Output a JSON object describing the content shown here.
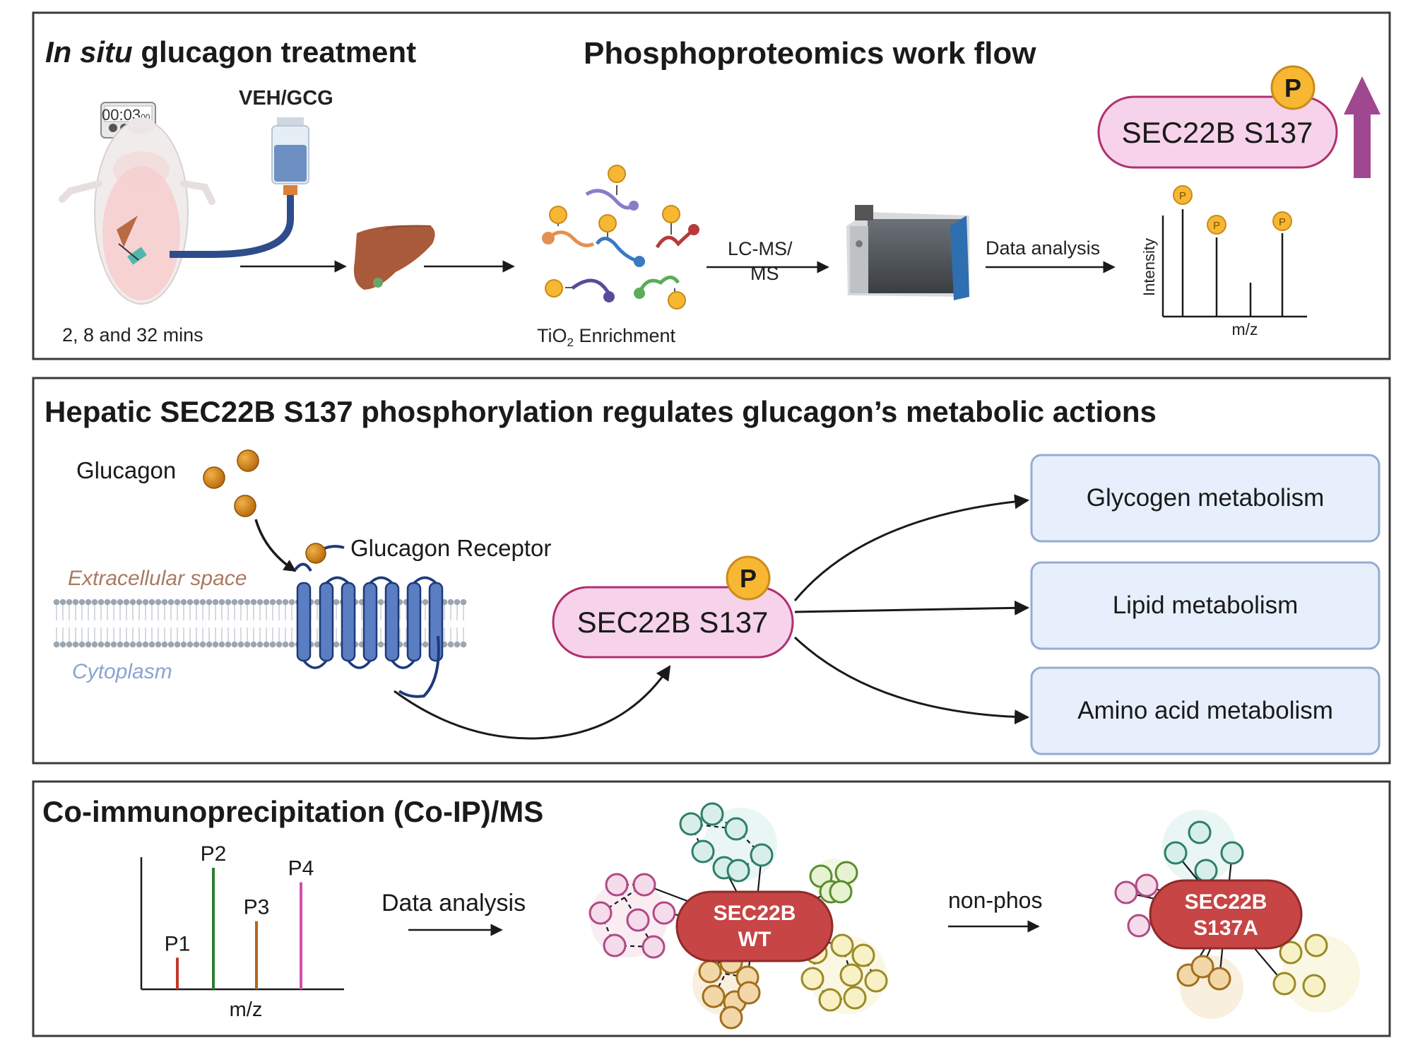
{
  "colors": {
    "panel_border": "#3a3a3a",
    "pill_fill": "#f6d3ea",
    "pill_border": "#b0306d",
    "phospho": "#f7b733",
    "arrow_up": "#a0488f",
    "box_fill": "#e6effb",
    "box_border": "#93acd3",
    "receptor": "#5b7ec2",
    "sec22b_red": "#c74545",
    "glucagon_ball": "#d9840f",
    "peak_p1": "#c0392b",
    "peak_p2": "#2e7d32",
    "peak_p3": "#b5651d",
    "peak_p4": "#cf4fae"
  },
  "panel1": {
    "title_italic": "In situ",
    "title_rest": " glucagon treatment",
    "workflow_title": "Phosphoproteomics work flow",
    "timer": "00:03",
    "timer_small": "00",
    "veh_gcg": "VEH/GCG",
    "time_label": "2, 8 and 32 mins",
    "tio2_a": "TiO",
    "tio2_sub": "2",
    "tio2_b": " Enrichment",
    "lcms_line1": "LC-MS/",
    "lcms_line2": "MS",
    "data_analysis": "Data analysis",
    "intensity": "Intensity",
    "mz": "m/z",
    "pill": "SEC22B S137",
    "p": "P",
    "p_small": "P"
  },
  "panel2": {
    "title": "Hepatic SEC22B S137 phosphorylation regulates glucagon’s metabolic actions",
    "glucagon": "Glucagon",
    "receptor": "Glucagon Receptor",
    "extracellular": "Extracellular space",
    "cytoplasm": "Cytoplasm",
    "pill": "SEC22B S137",
    "p": "P",
    "outcomes": [
      "Glycogen metabolism",
      "Lipid metabolism",
      "Amino acid metabolism"
    ]
  },
  "panel3": {
    "title": "Co-immunoprecipitation (Co-IP)/MS",
    "peaks": [
      {
        "label": "P1",
        "height": 0.26
      },
      {
        "label": "P2",
        "height": 1.0
      },
      {
        "label": "P3",
        "height": 0.56
      },
      {
        "label": "P4",
        "height": 0.88
      }
    ],
    "mz": "m/z",
    "data_analysis": "Data analysis",
    "wt_line1": "SEC22B",
    "wt_line2": "WT",
    "non_phos": "non-phos",
    "mut_line1": "SEC22B",
    "mut_line2": "S137A"
  }
}
